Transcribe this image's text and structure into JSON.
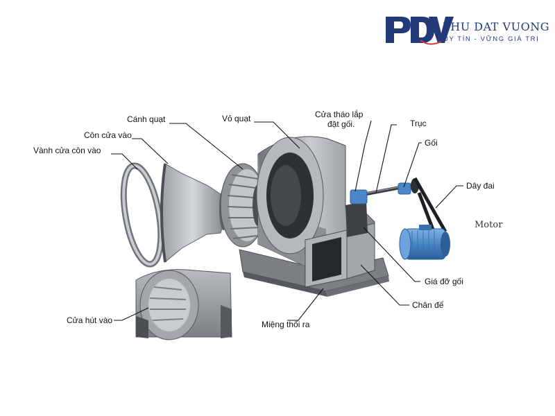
{
  "logo": {
    "mark": "PDV",
    "name": "PHU DAT VUONG",
    "tagline": "UY TÍN - VỮNG GIÁ TRỊ"
  },
  "labels": {
    "canh_quat": "Cánh quạt",
    "con_cua_vao": "Côn cửa vào",
    "vanh_cua_con_vao": "Vành cửa côn vào",
    "vo_quat": "Vỏ quạt",
    "cua_thao_lap_line1": "Cửa tháo lắp",
    "cua_thao_lap_line2": "đặt gối.",
    "truc": "Trục",
    "goi": "Gối",
    "day_dai": "Dây đai",
    "motor": "Motor",
    "gia_do_goi": "Giá đỡ gối",
    "chan_de": "Chân đế",
    "mieng_thoi_ra": "Miệng thổi ra",
    "cua_hut_vao": "Cửa hút vào"
  },
  "colors": {
    "steel_light": "#c9ccd0",
    "steel_mid": "#8e9398",
    "steel_dark": "#3d4145",
    "motor_blue": "#4a86c8",
    "brand_navy": "#233a78"
  }
}
